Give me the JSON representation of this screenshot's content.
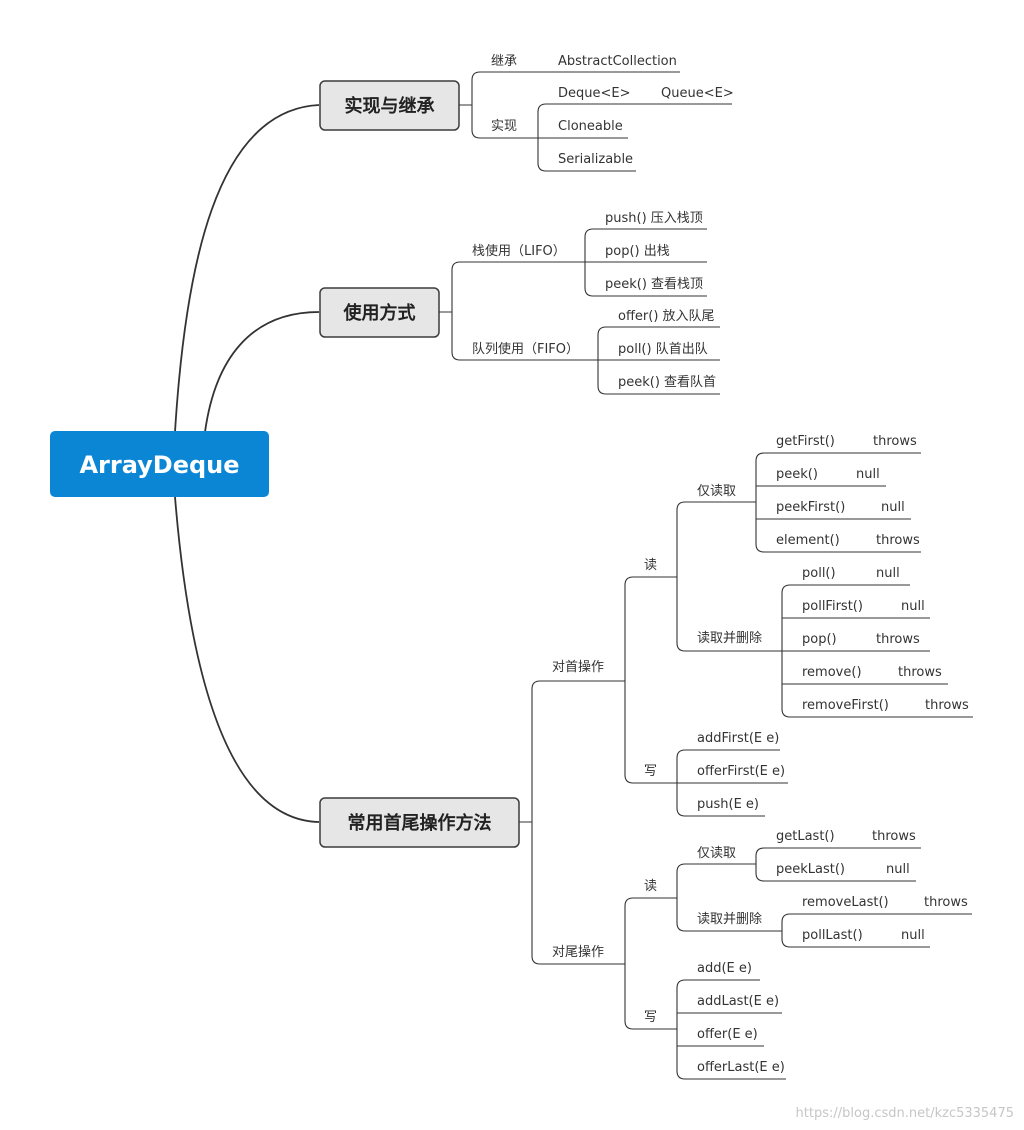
{
  "root": "ArrayDeque",
  "topics": {
    "t1": "实现与继承",
    "t2": "使用方式",
    "t3": "常用首尾操作方法"
  },
  "labels": {
    "extends": "继承",
    "abstract_collection": "AbstractCollection",
    "implements": "实现",
    "deque": "Deque<E>",
    "queue": "Queue<E>",
    "cloneable": "Cloneable",
    "serializable": "Serializable",
    "stack_use": "栈使用（LIFO）",
    "push_top": "push() 压入栈顶",
    "pop_out": "pop() 出栈",
    "peek_top": "peek() 查看栈顶",
    "queue_use": "队列使用（FIFO）",
    "offer_tail": "offer() 放入队尾",
    "poll_head": "poll() 队首出队",
    "peek_head": "peek() 查看队首",
    "head_ops": "对首操作",
    "read1": "读",
    "read_only1": "仅读取",
    "getFirst": "getFirst()",
    "peek": "peek()",
    "peekFirst": "peekFirst()",
    "element": "element()",
    "read_delete1": "读取并删除",
    "poll": "poll()",
    "pollFirst": "pollFirst()",
    "pop": "pop()",
    "remove": "remove()",
    "removeFirst": "removeFirst()",
    "write1": "写",
    "addFirst": "addFirst(E e)",
    "offerFirst": "offerFirst(E e)",
    "pushE": "push(E e)",
    "tail_ops": "对尾操作",
    "read2": "读",
    "read_only2": "仅读取",
    "getLast": "getLast()",
    "peekLast": "peekLast()",
    "read_delete2": "读取并删除",
    "removeLast": "removeLast()",
    "pollLast": "pollLast()",
    "write2": "写",
    "addE": "add(E e)",
    "addLast": "addLast(E e)",
    "offerE": "offer(E e)",
    "offerLast": "offerLast(E e)",
    "throws": "throws",
    "null": "null"
  },
  "watermark": "https://blog.csdn.net/kzc5335475",
  "colors": {
    "root": "#0b86d4",
    "topic_fill": "#e6e6e6",
    "line": "#333333"
  }
}
